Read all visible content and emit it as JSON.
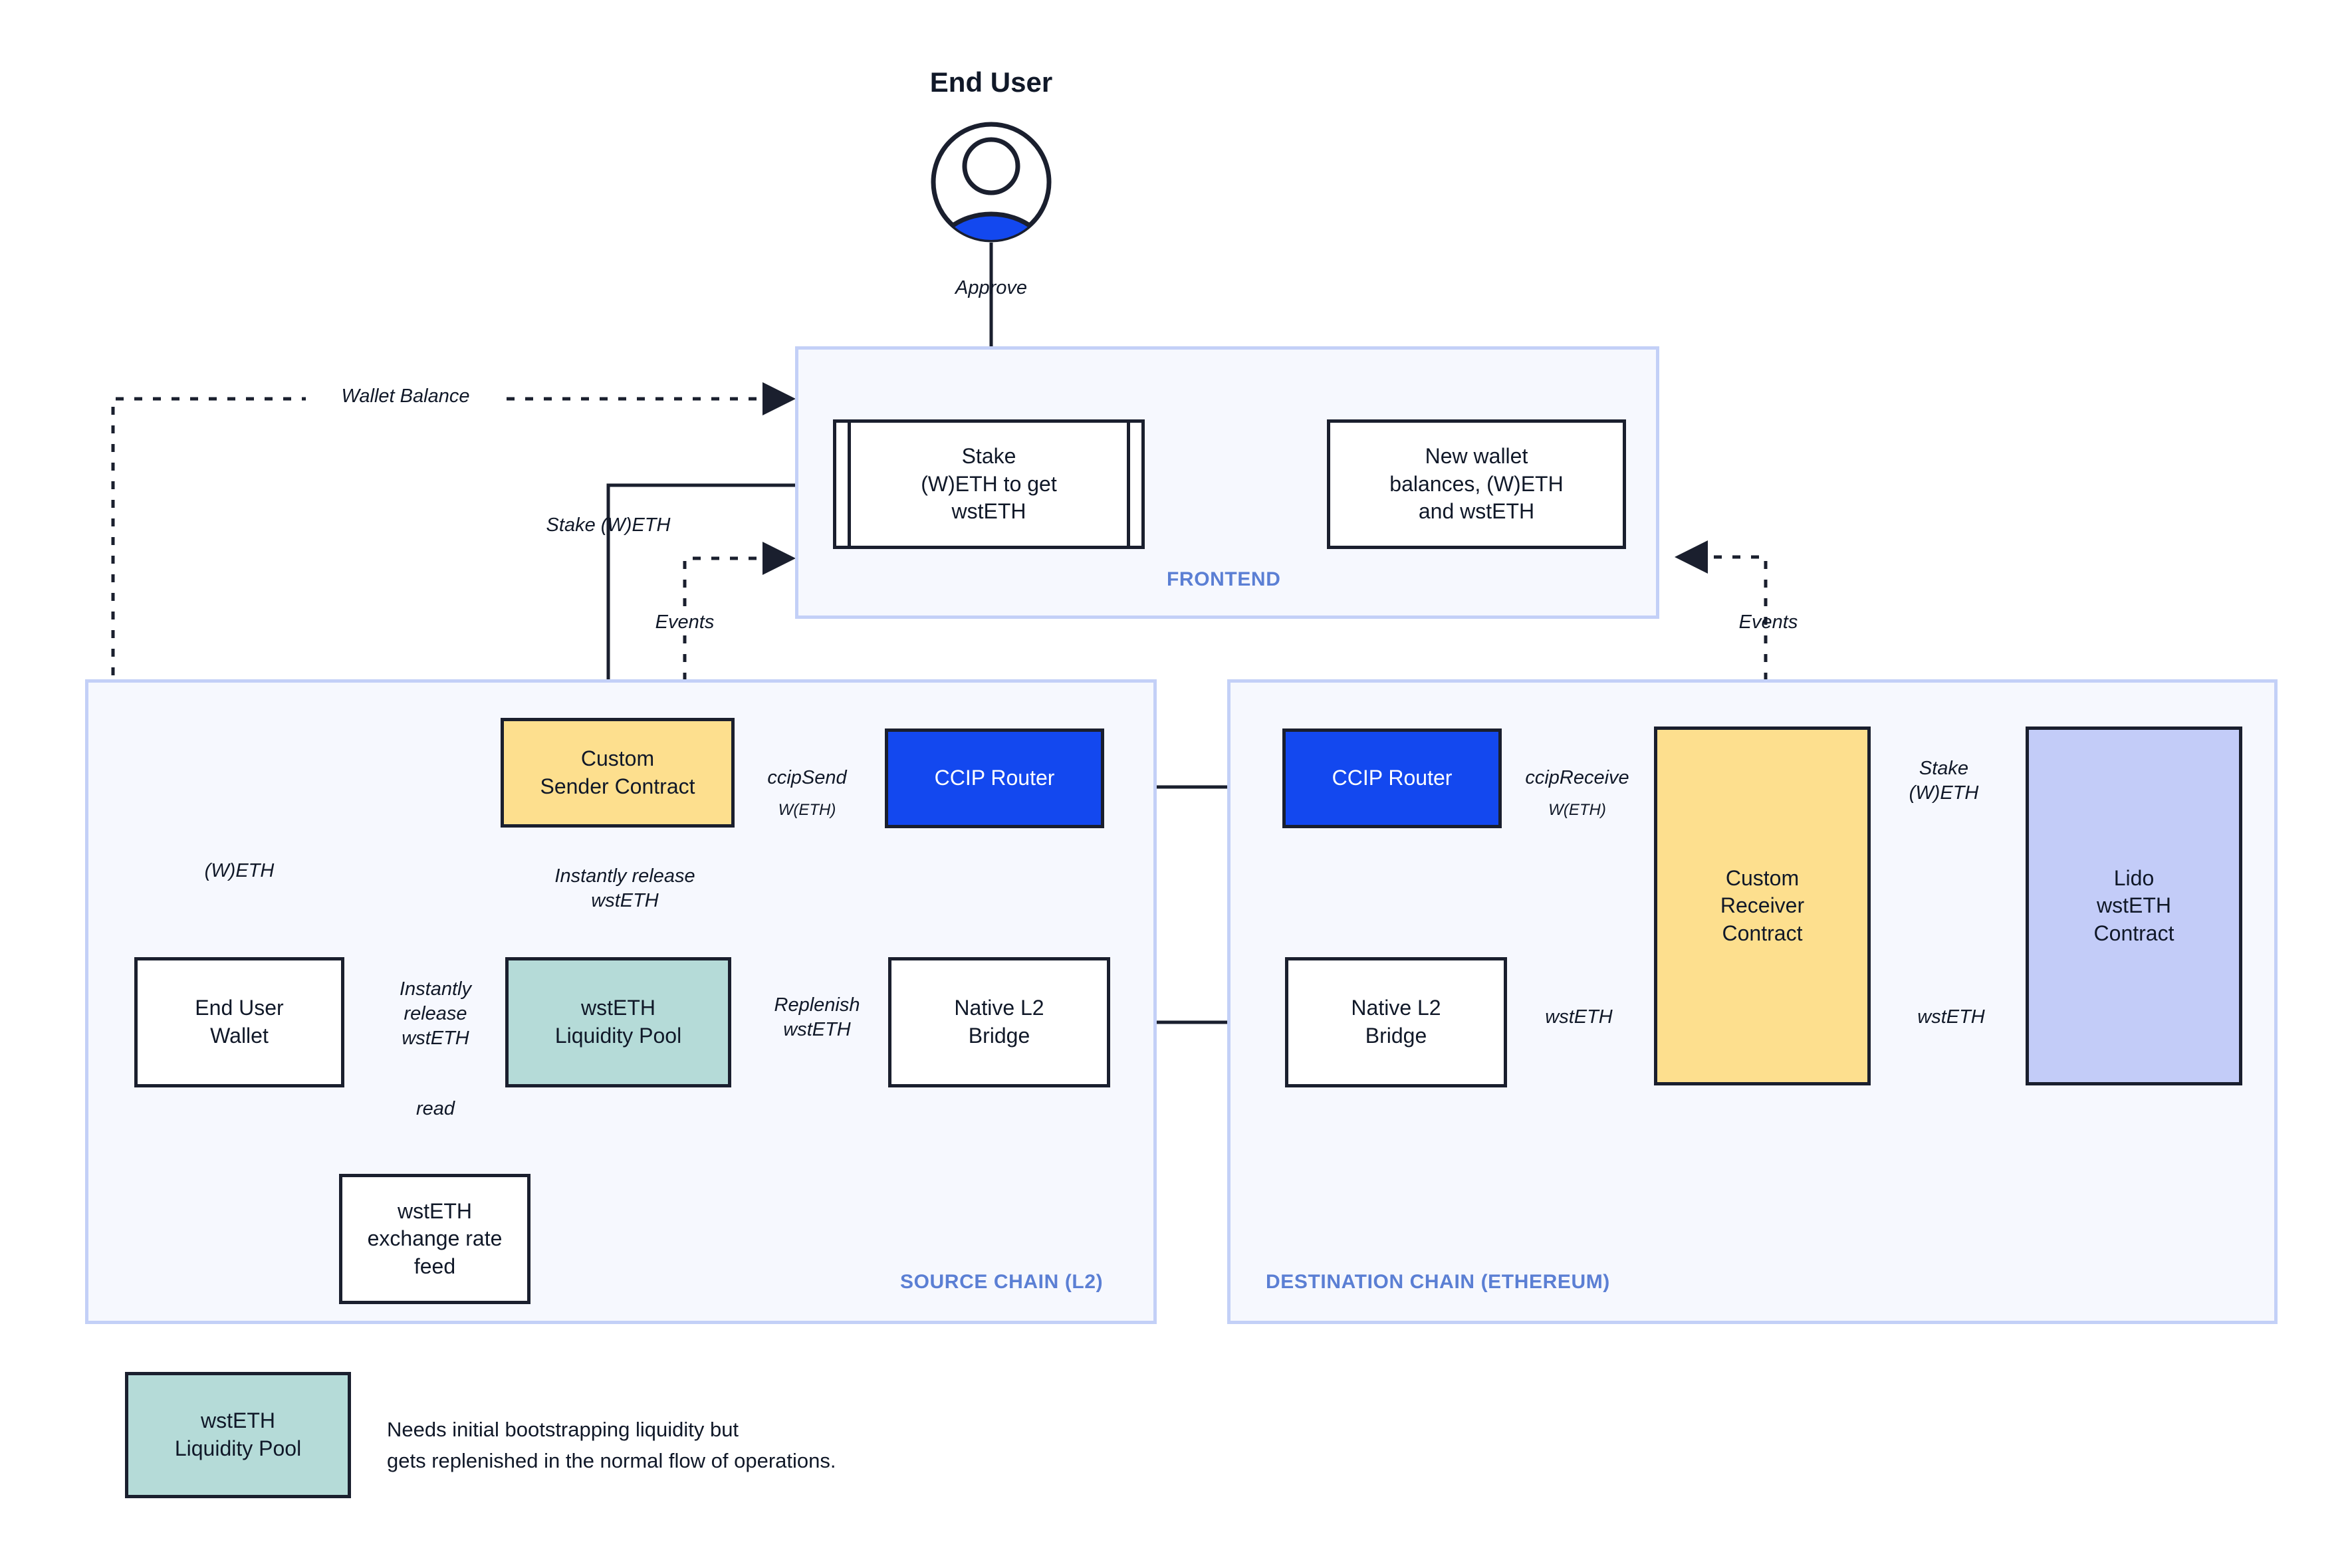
{
  "diagram": {
    "title": "CCIP wstETH cross-chain staking architecture",
    "persona": {
      "label": "End User",
      "icon": "user-avatar-icon"
    },
    "colors": {
      "yellow": "#fddf8e",
      "teal": "#b5dbd8",
      "blue": "#1348ef",
      "periwinkle": "#c3ccf8",
      "white": "#ffffff",
      "container_border": "#c3d0f7",
      "container_fill": "#f6f8fe",
      "container_label": "#5b7fd4",
      "stroke": "#1a1f2e"
    },
    "containers": [
      {
        "id": "frontend",
        "label": "FRONTEND"
      },
      {
        "id": "source",
        "label": "SOURCE CHAIN (L2)"
      },
      {
        "id": "destination",
        "label": "DESTINATION CHAIN (ETHEREUM)"
      }
    ],
    "nodes": [
      {
        "id": "stake-ui",
        "label": "Stake\n(W)ETH to get\nwstETH",
        "shape": "subprocess",
        "fill": "white"
      },
      {
        "id": "new-balances",
        "label": "New wallet\nbalances, (W)ETH\nand wstETH",
        "shape": "rect",
        "fill": "white"
      },
      {
        "id": "sender",
        "label": "Custom\nSender Contract",
        "shape": "rect",
        "fill": "yellow"
      },
      {
        "id": "router-src",
        "label": "CCIP Router",
        "shape": "rect",
        "fill": "blue"
      },
      {
        "id": "router-dst",
        "label": "CCIP Router",
        "shape": "rect",
        "fill": "blue"
      },
      {
        "id": "receiver",
        "label": "Custom\nReceiver\nContract",
        "shape": "rect",
        "fill": "yellow"
      },
      {
        "id": "lido",
        "label": "Lido\nwstETH\nContract",
        "shape": "rect",
        "fill": "periwinkle"
      },
      {
        "id": "wallet",
        "label": "End User\nWallet",
        "shape": "rect",
        "fill": "white"
      },
      {
        "id": "pool",
        "label": "wstETH\nLiquidity Pool",
        "shape": "rect",
        "fill": "teal"
      },
      {
        "id": "bridge-src",
        "label": "Native L2\nBridge",
        "shape": "rect",
        "fill": "white"
      },
      {
        "id": "bridge-dst",
        "label": "Native L2\nBridge",
        "shape": "rect",
        "fill": "white"
      },
      {
        "id": "rate-feed",
        "label": "wstETH\nexchange rate\nfeed",
        "shape": "rect",
        "fill": "white"
      }
    ],
    "edge_labels": {
      "approve": "Approve",
      "wallet_balance": "Wallet Balance",
      "stake_weth": "Stake (W)ETH",
      "events_left": "Events",
      "events_right": "Events",
      "weth": "(W)ETH",
      "ccip_send": "ccipSend",
      "ccip_send_sub": "W(ETH)",
      "ccip_receive": "ccipReceive",
      "ccip_receive_sub": "W(ETH)",
      "stake_weth_dst": "Stake\n(W)ETH",
      "instantly_release_wsteth_v": "Instantly release\nwstETH",
      "instantly_release_wsteth_h": "Instantly\nrelease\nwstETH",
      "replenish_wsteth": "Replenish\nwstETH",
      "read": "read",
      "wsteth_receiver": "wstETH",
      "wsteth_lido": "wstETH"
    },
    "legend": {
      "swatch_label": "wstETH\nLiquidity Pool",
      "note": "Needs initial bootstrapping liquidity but\ngets replenished in the normal flow of operations."
    }
  }
}
